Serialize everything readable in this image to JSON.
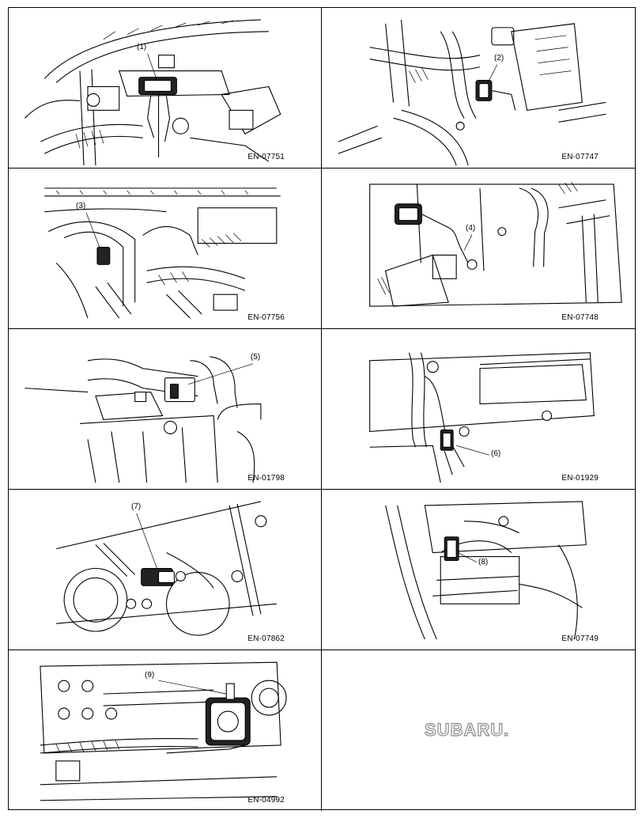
{
  "figures": [
    {
      "callout": "(1)",
      "code": "EN-07751"
    },
    {
      "callout": "(2)",
      "code": "EN-07747"
    },
    {
      "callout": "(3)",
      "code": "EN-07756"
    },
    {
      "callout": "(4)",
      "code": "EN-07748"
    },
    {
      "callout": "(5)",
      "code": "EN-01798"
    },
    {
      "callout": "(6)",
      "code": "EN-01929"
    },
    {
      "callout": "(7)",
      "code": "EN-07862"
    },
    {
      "callout": "(8)",
      "code": "EN-07749"
    },
    {
      "callout": "(9)",
      "code": "EN-04992"
    }
  ],
  "logo": {
    "text": "SUBARU."
  }
}
